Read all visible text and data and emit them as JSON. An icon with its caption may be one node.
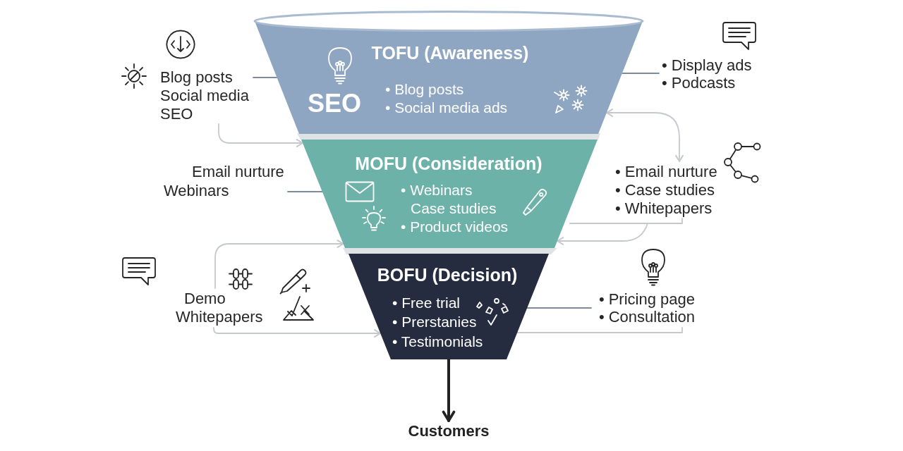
{
  "diagram": {
    "nodes": [
      {
        "text": [
          "Blog posts",
          "Social media",
          "SEO"
        ]
      },
      {
        "text": [
          "TOFU (Awareness)",
          "SEO",
          "• Blog posts",
          "• Social media ads"
        ]
      },
      {
        "text": [
          "• Display ads",
          "• Podcasts"
        ]
      },
      {
        "text": [
          "Email nurture",
          "Webinars"
        ]
      },
      {
        "text": [
          "MOFU (Consideration)",
          "• Webinars Case studies",
          "• Product videos"
        ]
      },
      {
        "text": [
          "• Email nurture",
          "• Case studies",
          "• Whitepapers"
        ]
      },
      {
        "text": [
          "Demo",
          "Whitepapers"
        ]
      },
      {
        "text": [
          "BOFU (Decision)",
          "• Free trial",
          "• Prerstanies",
          "• Testimonials"
        ]
      },
      {
        "text": [
          "• Pricing page",
          "• Consultation"
        ]
      },
      {
        "text": [
          "Customers"
        ]
      }
    ],
    "edges": [
      {
        "from": 0,
        "to": 1,
        "arrow": "none",
        "color": "#7d8b9d"
      },
      {
        "from": 0,
        "to": 4,
        "arrow": "to"
      },
      {
        "from": 2,
        "to": 1,
        "arrow": "none",
        "color": "#7d8b9d"
      },
      {
        "from": 1,
        "to": 5,
        "arrow": "both"
      },
      {
        "from": 3,
        "to": 4,
        "arrow": "none",
        "color": "#7d8b9d"
      },
      {
        "from": 5,
        "to": 4,
        "arrow": "to"
      },
      {
        "from": 6,
        "to": 4,
        "arrow": "to"
      },
      {
        "from": 6,
        "to": 7,
        "arrow": "to"
      },
      {
        "from": 8,
        "to": 7,
        "arrow": "none",
        "color": "#7d8b9d"
      },
      {
        "from": 8,
        "to": 7,
        "arrow": "none"
      },
      {
        "from": 7,
        "to": 9,
        "arrow": "to",
        "style": "thick",
        "color": "#222222"
      }
    ]
  }
}
